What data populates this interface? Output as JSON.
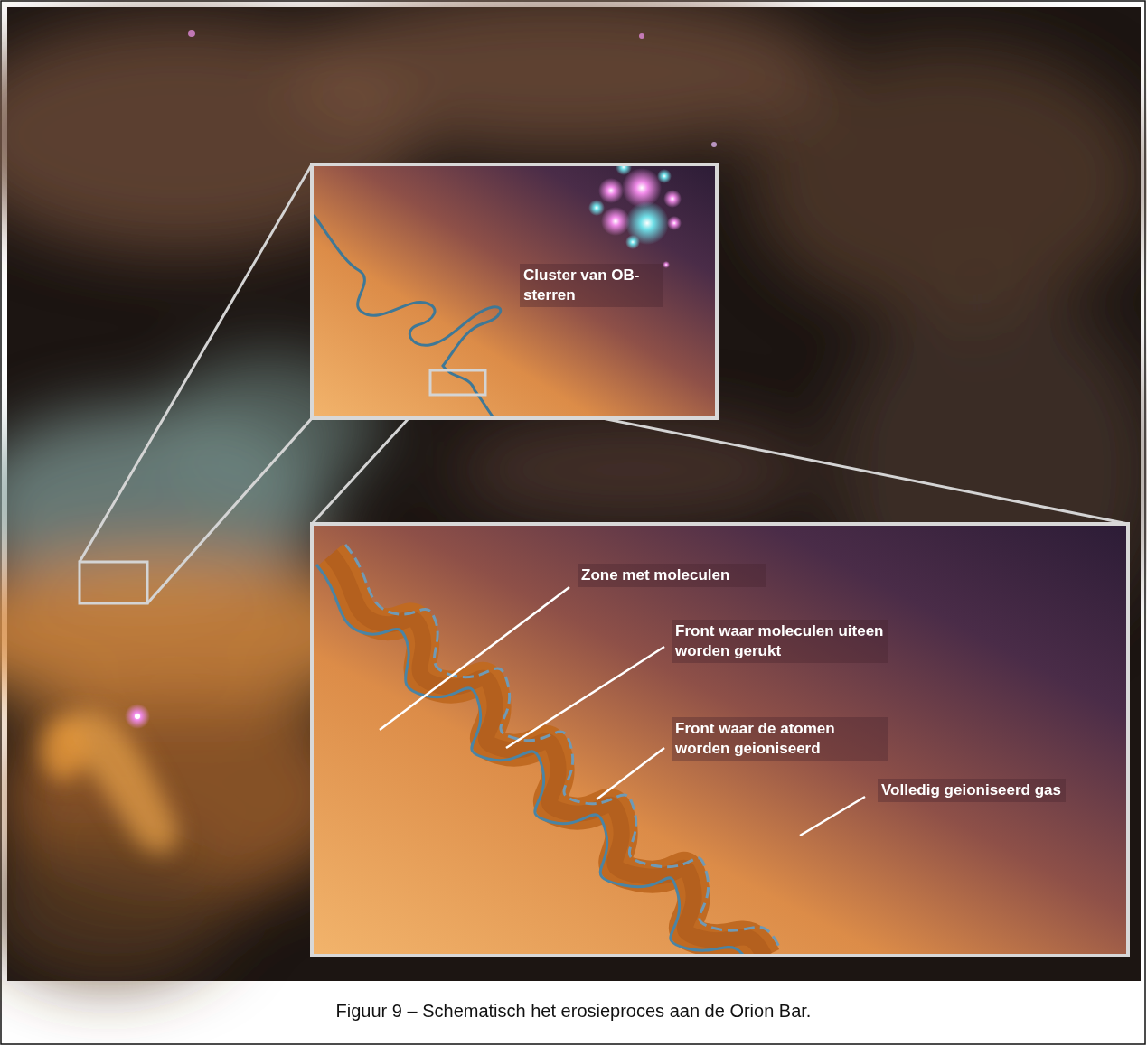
{
  "diagram": {
    "caption": "Figuur 9 – Schematisch het erosieproces aan de Orion Bar.",
    "nodes": [
      {
        "text": [
          "Cluster van OB-sterren"
        ]
      },
      {
        "text": [
          "Zone met moleculen",
          "Front waar moleculen uiteen worden gerukt",
          "Front waar de atomen worden geioniseerd",
          "Volledig geioniseerd gas"
        ]
      }
    ]
  }
}
